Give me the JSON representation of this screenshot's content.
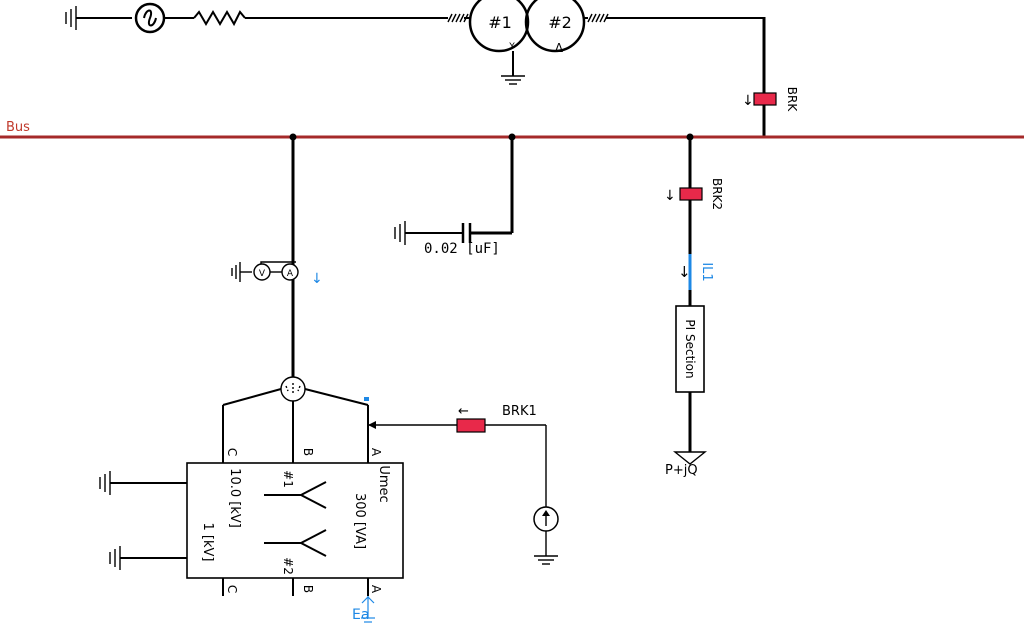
{
  "bus": {
    "label": "Bus",
    "color": "#a52a2a"
  },
  "transformer_top": {
    "winding1": "#1",
    "winding2": "#2",
    "winding1_connection": "Y",
    "winding2_connection": "Δ"
  },
  "breakers": {
    "brk": "BRK",
    "brk1": "BRK1",
    "brk2": "BRK2",
    "color": "#e8294a"
  },
  "capacitor": {
    "value": "0.02 [uF]"
  },
  "current_meter": {
    "label": "IL1",
    "color": "#1e88e5"
  },
  "pi_section": {
    "label": "PI Section"
  },
  "load": {
    "label": "P+jQ"
  },
  "umec": {
    "name": "Umec",
    "rating": "300 [VA]",
    "voltage_primary": "10.0 [kV]",
    "voltage_secondary": "1 [kV]",
    "winding1": "#1",
    "winding2": "#2",
    "phase_a": "A",
    "phase_b": "B",
    "phase_c": "C"
  },
  "voltage_signal": {
    "label": "Ea",
    "color": "#1e88e5"
  },
  "icons": {
    "source": "ac-voltage-source-icon",
    "resistor": "resistor-icon",
    "ground": "ground-icon",
    "current_source": "current-source-icon",
    "multimeter": "multimeter-icon"
  }
}
